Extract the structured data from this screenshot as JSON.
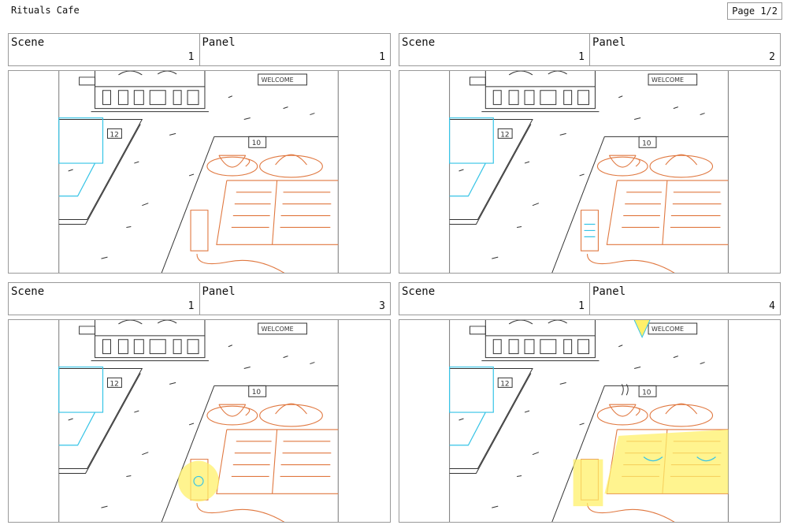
{
  "document": {
    "title": "Rituals Cafe",
    "page_label": "Page 1/2"
  },
  "labels": {
    "scene": "Scene",
    "panel": "Panel"
  },
  "panels": [
    {
      "scene": "1",
      "panel": "1"
    },
    {
      "scene": "1",
      "panel": "2"
    },
    {
      "scene": "1",
      "panel": "3"
    },
    {
      "scene": "1",
      "panel": "4"
    }
  ],
  "sketch_signage": {
    "sign": "WELCOME",
    "table_a": "12",
    "table_b": "10"
  },
  "colors": {
    "pencil": "#333333",
    "orange": "#e07840",
    "cyan": "#36c4e6",
    "yellow": "#fff06a"
  }
}
